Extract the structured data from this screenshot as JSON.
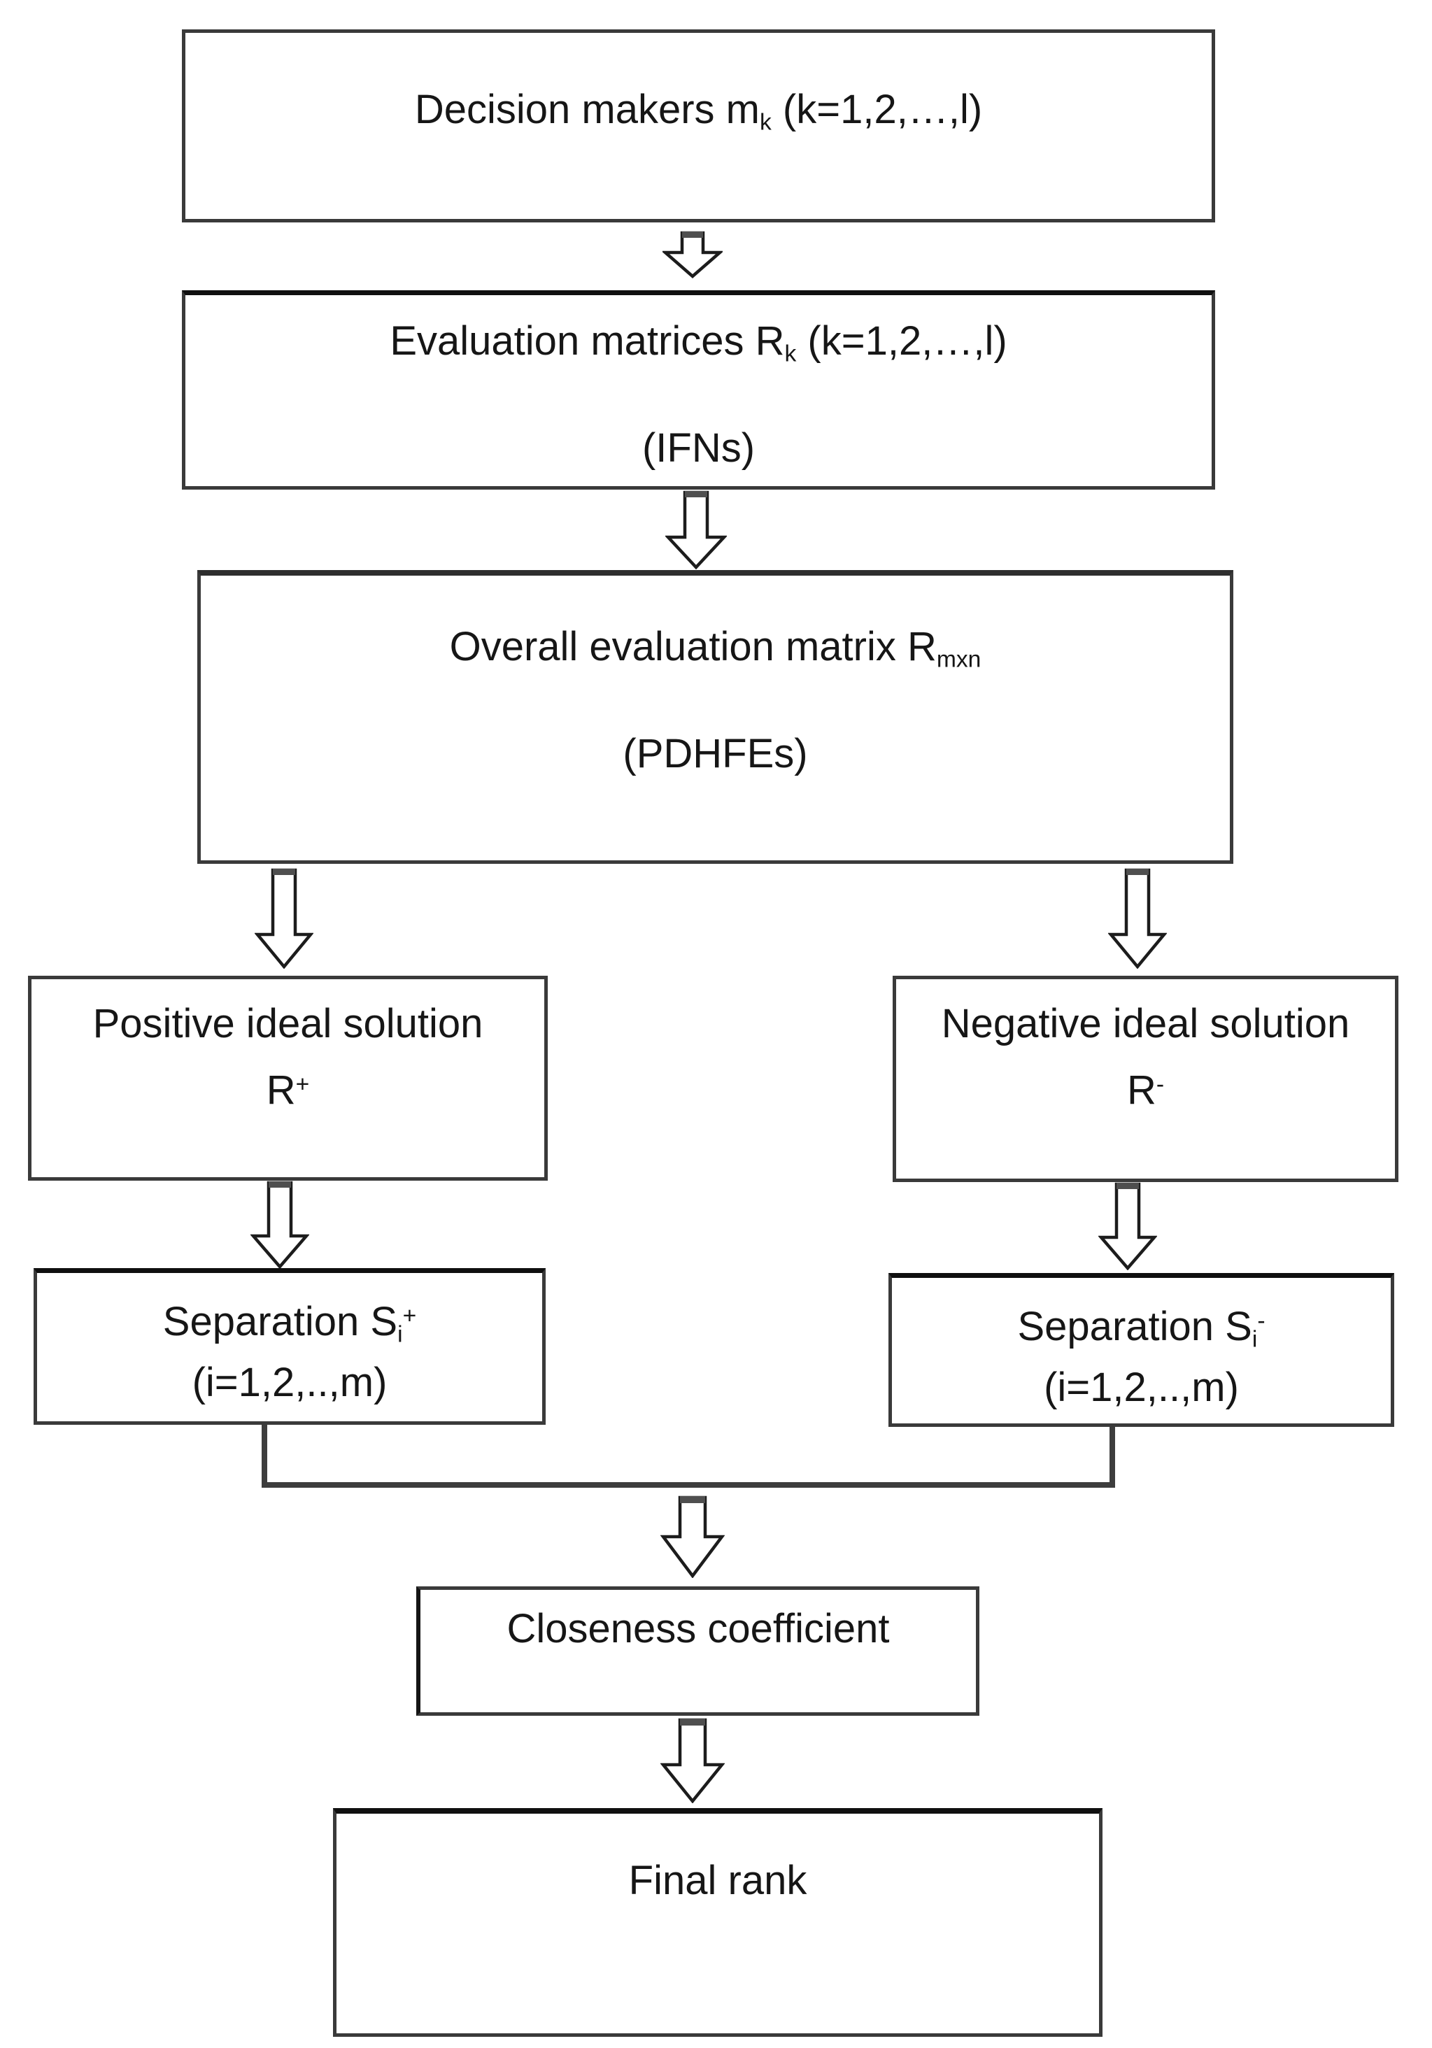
{
  "page": {
    "background": "#ffffff",
    "border_color": "#3a3a3a",
    "text_color": "#161616"
  },
  "icons": {
    "down_arrow": "hollow block arrow pointing down"
  },
  "boxes": {
    "decision_makers": {
      "main": "Decision makers m",
      "sub": "k",
      "tail": " (k=1,2,…,l)"
    },
    "evaluation_matrices": {
      "main": "Evaluation matrices R",
      "sub": "k",
      "tail": " (k=1,2,…,l)",
      "note": "(IFNs)"
    },
    "overall_matrix": {
      "main": "Overall evaluation matrix R",
      "sub": "mxn",
      "note": "(PDHFEs)"
    },
    "positive_ideal": {
      "title": "Positive ideal solution",
      "symbol": "R",
      "symbol_sup": "+"
    },
    "negative_ideal": {
      "title": "Negative ideal solution",
      "symbol": "R",
      "symbol_sup": "-"
    },
    "separation_positive": {
      "main": "Separation S",
      "sub": "i",
      "sup": "+",
      "range": "(i=1,2,..,m)"
    },
    "separation_negative": {
      "main": "Separation S",
      "sub": "i",
      "sup": "-",
      "range": "(i=1,2,..,m)"
    },
    "closeness": {
      "title": "Closeness coefficient"
    },
    "final_rank": {
      "title": "Final rank"
    }
  }
}
